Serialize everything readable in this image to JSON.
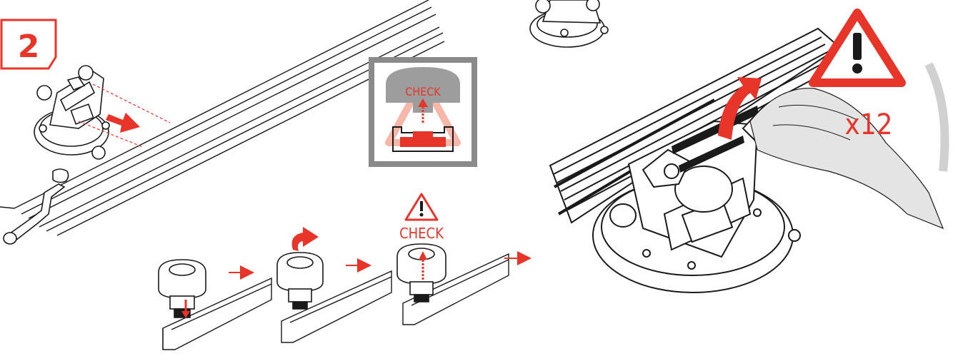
{
  "step": {
    "number": "2"
  },
  "check_box": {
    "label": "CHECK"
  },
  "knob_sequence": {
    "check_label": "CHECK"
  },
  "warning": {
    "repeat_count": "x12"
  },
  "colors": {
    "accent_red": "#e8352a",
    "light_red": "#f6b6a8",
    "gray_frame": "#8a8a8a",
    "gray_knob": "#9d9d9d",
    "line": "#1a1a1a"
  },
  "icons": {
    "warning": "warning-triangle-icon",
    "rotate": "rotate-arrow-icon",
    "direction": "red-arrow-icon"
  }
}
